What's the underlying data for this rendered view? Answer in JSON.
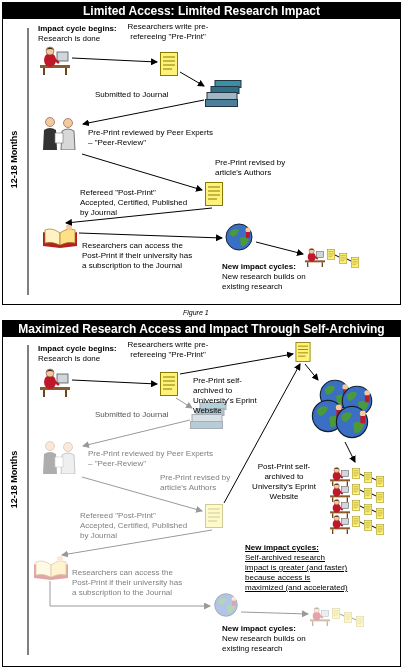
{
  "diagram": {
    "caption": "Figure 1",
    "nodes": [
      {
        "text": [
          "Limited Access: Limited Research Impact"
        ]
      },
      {
        "text": [
          "Maximized Research Access and Impact Through Self-Archiving"
        ]
      }
    ],
    "labels": [
      "Impact cycle begins:",
      "Research is done",
      "Researchers write pre-refereeing \"Pre-Print\"",
      "Submitted to Journal",
      "Pre-Print reviewed by Peer Experts – \"Peer-Review\"",
      "Pre-Print revised by article's Authors",
      "Refereed \"Post-Print\" Accepted, Certified, Published by Journal",
      "Researchers can access the Post-Print if their university has a subscription to the Journal",
      "New impact cycles:",
      "New research builds on existing research",
      "12-18 Months",
      "Impact cycle begins:",
      "Research is done",
      "Researchers write pre-refereeing \"Pre-Print\"",
      "Pre-Print self-archived to University's Eprint Website",
      "Submitted to Journal",
      "Pre-Print reviewed by Peer Experts – \"Peer-Review\"",
      "Pre-Print revised by article's Authors",
      "Refereed \"Post-Print\" Accepted, Certified, Published by Journal",
      "Post-Print self-archived to University's Eprint Website",
      "New impact cycles:",
      "Self-archived research impact is greater (and faster) because access is maximized (and accelerated)",
      "Researchers can access the Post-Print if their university has a subscription to the Journal",
      "New impact cycles:",
      "New research builds on existing research",
      "12-18 Months"
    ]
  }
}
